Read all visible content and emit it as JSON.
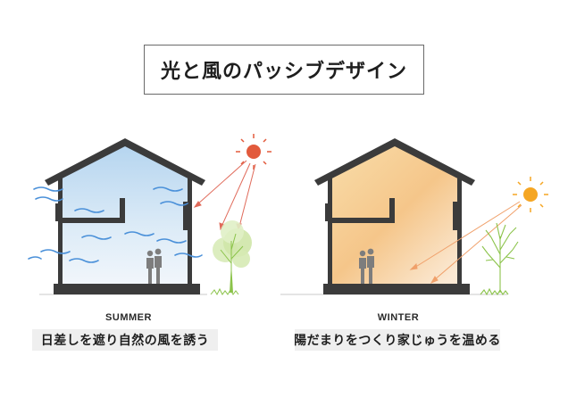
{
  "title": "光と風のパッシブデザイン",
  "summer": {
    "season": "SUMMER",
    "caption": "日差しを遮り自然の風を誘う",
    "sun_color": "#e25a3c"
  },
  "winter": {
    "season": "WINTER",
    "caption": "陽だまりをつくり家じゅうを温める",
    "sun_color": "#f5a623"
  },
  "colors": {
    "frame": "#3b3b3b",
    "summer_fill": "#bcd9f1",
    "winter_fill": "#f7c98c",
    "wind": "#4a90d9",
    "tree": "#8bc34a"
  }
}
